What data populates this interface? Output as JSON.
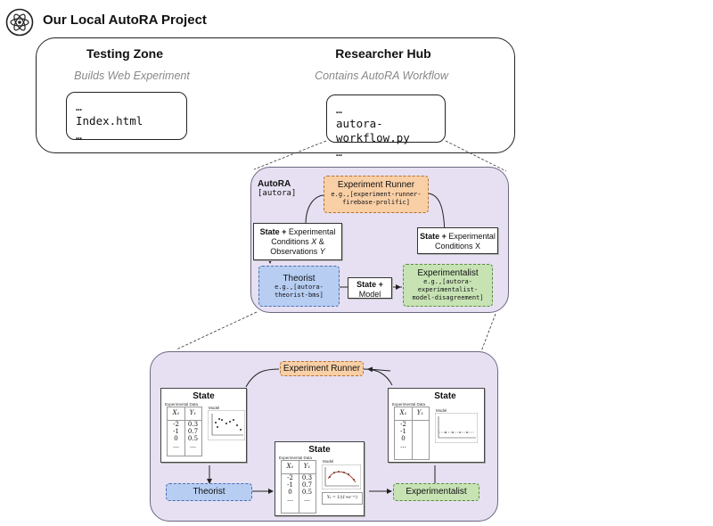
{
  "header": {
    "title": "Our Local AutoRA Project",
    "logo_icon": "atom-icon"
  },
  "project": {
    "testing_zone": {
      "title": "Testing Zone",
      "subtitle": "Builds Web Experiment",
      "file_lines": [
        "…",
        "Index.html",
        "…"
      ]
    },
    "researcher_hub": {
      "title": "Researcher Hub",
      "subtitle": "Contains AutoRA Workflow",
      "file_lines": [
        "…",
        "autora-workflow.py",
        "…"
      ]
    }
  },
  "autora": {
    "title": "AutoRA",
    "package": "[autora]",
    "experiment_runner": {
      "label": "Experiment Runner",
      "example": "e.g.,[experiment-runner-",
      "example2": "firebase-prolific]"
    },
    "theorist": {
      "label": "Theorist",
      "example": "e.g.,[autora-",
      "example2": "theorist-bms]"
    },
    "experimentalist": {
      "label": "Experimentalist",
      "example": "e.g.,[autora-",
      "example2": "experimentalist-",
      "example3": "model-disagreement]"
    },
    "note_left": {
      "bold": "State +",
      "l1": " Experimental",
      "l2": "Conditions ",
      "x": "X",
      "amp": " &",
      "l3": "Observations ",
      "y": "Y"
    },
    "note_right": {
      "bold": "State +",
      "l1": " Experimental",
      "l2": "Conditions X"
    },
    "note_mid": {
      "bold": "State +",
      "l1": "Model"
    }
  },
  "cycle": {
    "experiment_runner": "Experiment Runner",
    "theorist": "Theorist",
    "experimentalist": "Experimentalist",
    "state_label": "State",
    "experimental_data_label": "Experimental Data",
    "model_label": "Model",
    "x_header": "X₁",
    "y_header": "Y₁",
    "x_values": [
      "-2",
      "-1",
      "0",
      "…"
    ],
    "y_values": [
      "0.3",
      "0.7",
      "0.5",
      "…"
    ],
    "x_values_right": [
      "-2",
      "-1",
      "0",
      "…"
    ],
    "equation": "Y₁ = 1/(1+e⁻ˣ¹)"
  },
  "colors": {
    "purple_bg": "#e6e0f2",
    "orange": "#f9cfa6",
    "blue": "#b7cdf2",
    "green": "#c7e3b4"
  }
}
